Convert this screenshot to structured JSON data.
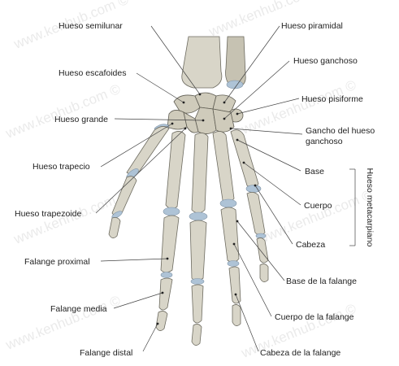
{
  "watermark": "www.kenhub.com ©",
  "labels_left": {
    "semilunar": "Hueso semilunar",
    "escafoides": "Hueso escafoides",
    "grande": "Hueso grande",
    "trapecio": "Hueso trapecio",
    "trapezoide": "Hueso trapezoide",
    "falange_proximal": "Falange proximal",
    "falange_media": "Falange media",
    "falange_distal": "Falange distal"
  },
  "labels_right": {
    "piramidal": "Hueso piramidal",
    "ganchoso": "Hueso ganchoso",
    "pisiforme": "Hueso pisiforme",
    "gancho_line1": "Gancho del hueso",
    "gancho_line2": "ganchoso",
    "base": "Base",
    "cuerpo": "Cuerpo",
    "cabeza": "Cabeza",
    "metacarpiano": "Hueso metacarpiano",
    "base_falange": "Base de la falange",
    "cuerpo_falange": "Cuerpo de la falange",
    "cabeza_falange": "Cabeza de la falange"
  },
  "colors": {
    "bone": "#d8d5c8",
    "cartilage": "#aec3d6",
    "text": "#222222",
    "watermark": "#d9d9d9"
  }
}
